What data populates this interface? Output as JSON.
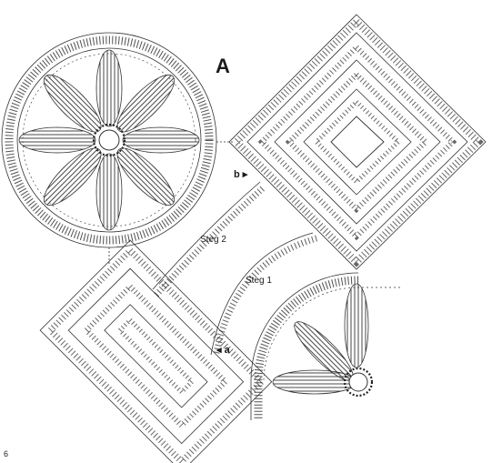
{
  "labels": {
    "main_letter": "A",
    "steg2": "Steg 2",
    "steg1": "Steg 1",
    "point_b": "b ▸",
    "point_a": "◂ a",
    "page_number": "6"
  },
  "colors": {
    "stitch": "#333333",
    "background": "#ffffff"
  }
}
